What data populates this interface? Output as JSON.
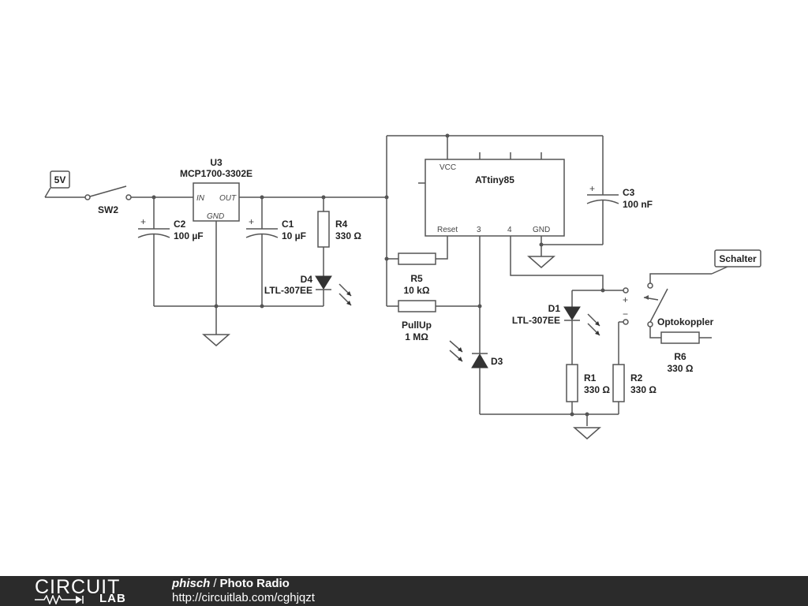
{
  "schematic": {
    "ports": {
      "five_v": "5V",
      "schalter": "Schalter"
    },
    "components": {
      "sw2": {
        "ref": "SW2"
      },
      "u3": {
        "ref": "U3",
        "part": "MCP1700-3302E",
        "pin_in": "IN",
        "pin_out": "OUT",
        "pin_gnd": "GND"
      },
      "c2": {
        "ref": "C2",
        "value": "100 µF",
        "polarity": "+"
      },
      "c1": {
        "ref": "C1",
        "value": "10 µF",
        "polarity": "+"
      },
      "r4": {
        "ref": "R4",
        "value": "330 Ω"
      },
      "d4": {
        "ref": "D4",
        "part": "LTL-307EE"
      },
      "attiny": {
        "part": "ATtiny85",
        "pin_vcc": "VCC",
        "pin_reset": "Reset",
        "pin_3": "3",
        "pin_4": "4",
        "pin_gnd": "GND"
      },
      "c3": {
        "ref": "C3",
        "value": "100 nF",
        "polarity": "+"
      },
      "r5": {
        "ref": "R5",
        "value": "10 kΩ"
      },
      "pullup": {
        "ref": "PullUp",
        "value": "1 MΩ"
      },
      "d3": {
        "ref": "D3"
      },
      "d1": {
        "ref": "D1",
        "part": "LTL-307EE"
      },
      "r1": {
        "ref": "R1",
        "value": "330 Ω"
      },
      "r2": {
        "ref": "R2",
        "value": "330 Ω"
      },
      "optokoppler": {
        "ref": "Optokoppler",
        "plus": "+",
        "minus": "−"
      },
      "r6": {
        "ref": "R6",
        "value": "330 Ω"
      }
    }
  },
  "footer": {
    "logo_top": "CIRCUIT",
    "logo_bottom": "LAB",
    "author": "phisch",
    "separator": "/",
    "title": "Photo Radio",
    "url": "http://circuitlab.com/cghjqzt"
  }
}
